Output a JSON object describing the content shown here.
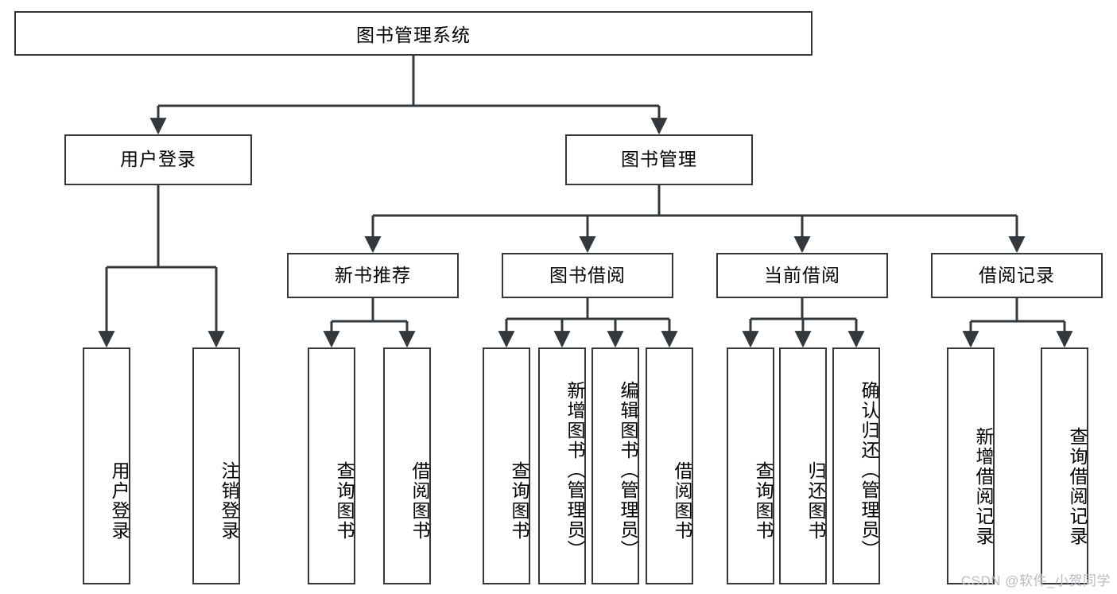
{
  "diagram": {
    "title": "图书管理系统",
    "type": "tree",
    "root": {
      "id": "root",
      "label": "图书管理系统"
    },
    "level2": [
      {
        "id": "user-login",
        "label": "用户登录"
      },
      {
        "id": "book-management",
        "label": "图书管理"
      }
    ],
    "level3": [
      {
        "id": "new-book-recommend",
        "label": "新书推荐",
        "parent": "book-management"
      },
      {
        "id": "book-borrow",
        "label": "图书借阅",
        "parent": "book-management"
      },
      {
        "id": "current-borrow",
        "label": "当前借阅",
        "parent": "book-management"
      },
      {
        "id": "borrow-record",
        "label": "借阅记录",
        "parent": "book-management"
      }
    ],
    "leaves": [
      {
        "id": "leaf-user-login",
        "label": "用户登录",
        "parent": "user-login"
      },
      {
        "id": "leaf-logout-login",
        "label": "注销登录",
        "parent": "user-login"
      },
      {
        "id": "leaf-query-book-1",
        "label": "查询图书",
        "parent": "new-book-recommend"
      },
      {
        "id": "leaf-borrow-book-1",
        "label": "借阅图书",
        "parent": "new-book-recommend"
      },
      {
        "id": "leaf-query-book-2",
        "label": "查询图书",
        "parent": "book-borrow"
      },
      {
        "id": "leaf-add-book",
        "label": "新增图书（管理员）",
        "parent": "book-borrow"
      },
      {
        "id": "leaf-edit-book",
        "label": "编辑图书（管理员）",
        "parent": "book-borrow"
      },
      {
        "id": "leaf-borrow-book-2",
        "label": "借阅图书",
        "parent": "book-borrow"
      },
      {
        "id": "leaf-query-book-3",
        "label": "查询图书",
        "parent": "current-borrow"
      },
      {
        "id": "leaf-return-book",
        "label": "归还图书",
        "parent": "current-borrow"
      },
      {
        "id": "leaf-confirm-return",
        "label": "确认归还（管理员）",
        "parent": "current-borrow"
      },
      {
        "id": "leaf-add-record",
        "label": "新增借阅记录",
        "parent": "borrow-record"
      },
      {
        "id": "leaf-query-record",
        "label": "查询借阅记录",
        "parent": "borrow-record"
      }
    ],
    "colors": {
      "stroke": "#33383d",
      "fill": "#ffffff",
      "text": "#000000",
      "watermark": "#b9bdc2"
    }
  },
  "watermark": {
    "text": "CSDN @软件_小贺同学"
  }
}
